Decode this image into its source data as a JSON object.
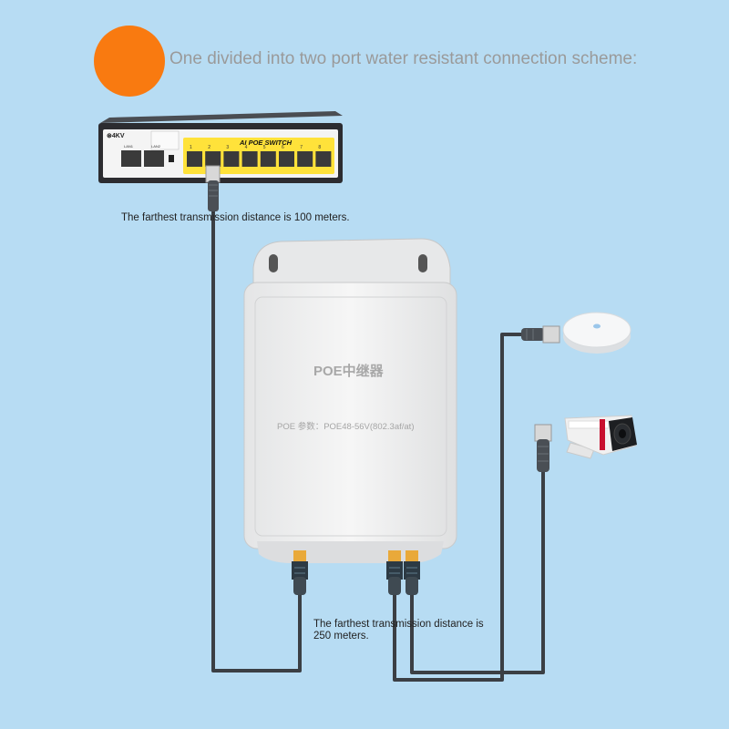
{
  "header": {
    "title": "One divided into two port water resistant connection scheme:",
    "accent_color": "#f97a10"
  },
  "notes": {
    "switch_distance": "The farthest transmission distance is 100 meters.",
    "extender_distance": "The farthest transmission distance is 250 meters."
  },
  "switch": {
    "brand": "4KV",
    "title": "AI POE SWITCH",
    "lan_labels": [
      "LAN1",
      "LAN2"
    ],
    "port_numbers": [
      "1",
      "2",
      "3",
      "4",
      "5",
      "6",
      "7",
      "8"
    ]
  },
  "extender": {
    "name": "POE中继器",
    "spec": "POE 参数：POE48-56V(802.3af/at)"
  },
  "devices": [
    {
      "name": "access-point",
      "icon": "wireless-ap-icon"
    },
    {
      "name": "camera",
      "icon": "bullet-camera-icon"
    }
  ],
  "colors": {
    "background": "#b7dcf3",
    "cable": "#3b3f44",
    "plug": "#d8d8d8",
    "switch_body": "#2c2c30",
    "switch_panel": "#ffe23a"
  }
}
